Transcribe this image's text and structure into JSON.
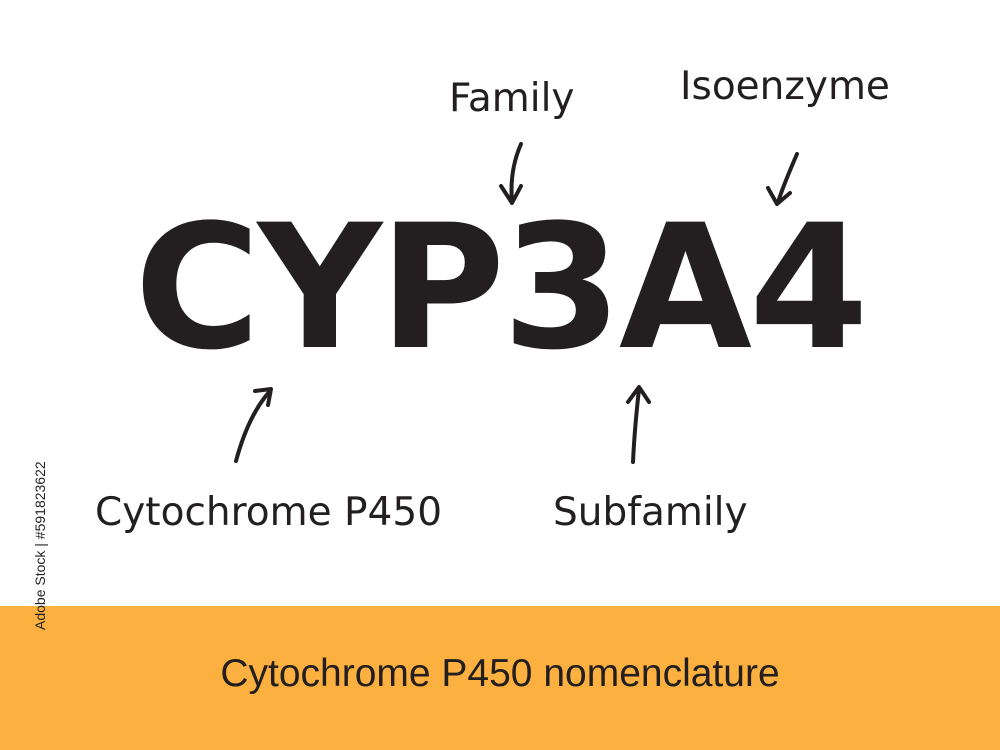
{
  "diagram": {
    "code_parts": [
      {
        "text": "CYP",
        "role": "cytochrome-p450"
      },
      {
        "text": "3",
        "role": "family"
      },
      {
        "text": "A",
        "role": "subfamily"
      },
      {
        "text": "4",
        "role": "isoenzyme"
      }
    ],
    "labels": {
      "family": "Family",
      "isoenzyme": "Isoenzyme",
      "cytochrome": "Cytochrome P450",
      "subfamily": "Subfamily"
    },
    "caption": "Cytochrome P450 nomenclature"
  },
  "stock_credit": "Adobe Stock | #591823622",
  "colors": {
    "text": "#231f20",
    "band": "#fbb040",
    "background": "#ffffff"
  }
}
